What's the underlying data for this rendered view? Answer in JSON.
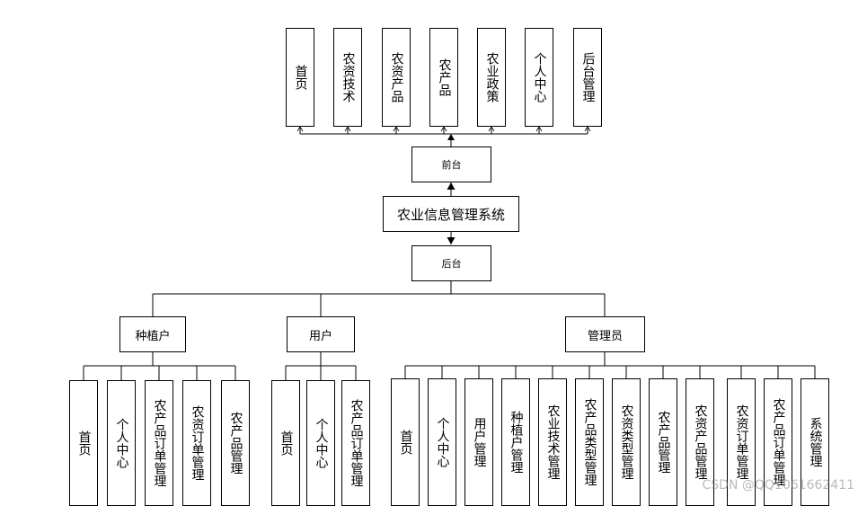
{
  "root": {
    "label": "农业信息管理系统"
  },
  "frontend": {
    "label": "前台",
    "items": [
      "首页",
      "农资技术",
      "农资产品",
      "农产品",
      "农业政策",
      "个人中心",
      "后台管理"
    ]
  },
  "backend": {
    "label": "后台",
    "roles": [
      {
        "label": "种植户",
        "items": [
          "首页",
          "个人中心",
          "农产品订单管理",
          "农资订单管理",
          "农产品管理"
        ]
      },
      {
        "label": "用户",
        "items": [
          "首页",
          "个人中心",
          "农产品订单管理"
        ]
      },
      {
        "label": "管理员",
        "items": [
          "首页",
          "个人中心",
          "用户管理",
          "种植户管理",
          "农业技术管理",
          "农产品类型管理",
          "农资类型管理",
          "农产品管理",
          "农资产品管理",
          "农资订单管理",
          "农产品订单管理",
          "系统管理"
        ]
      }
    ]
  },
  "watermark": "CSDN @QQ1061662411"
}
